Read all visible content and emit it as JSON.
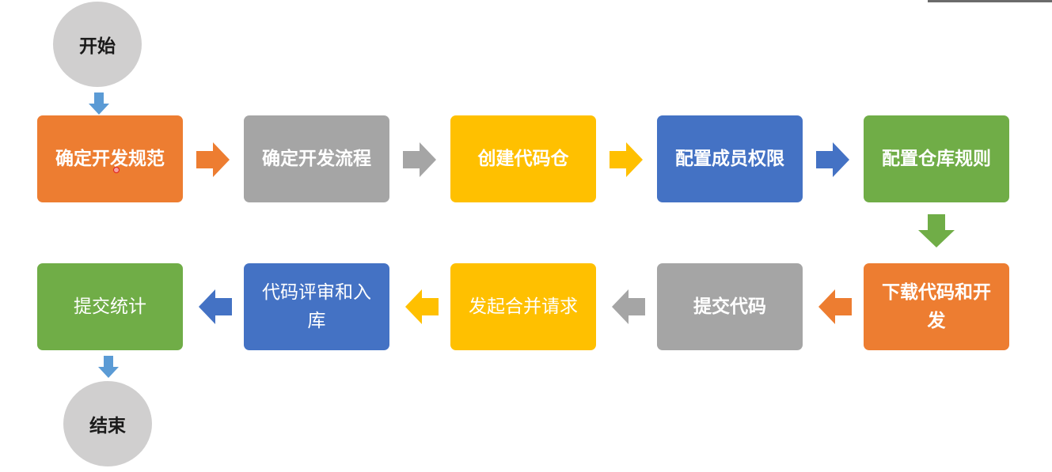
{
  "start": {
    "label": "开始",
    "color": "#d0cfcf"
  },
  "end": {
    "label": "结束",
    "color": "#d0cfcf"
  },
  "colors": {
    "orange": "#ed7d31",
    "gray": "#a5a5a5",
    "yellow": "#ffc000",
    "blue": "#4472c4",
    "green": "#70ad47",
    "down_arrow": "#5b9bd5"
  },
  "steps": [
    {
      "label": "确定开发规范",
      "color": "#ed7d31"
    },
    {
      "label": "确定开发流程",
      "color": "#a5a5a5"
    },
    {
      "label": "创建代码仓",
      "color": "#ffc000"
    },
    {
      "label": "配置成员权限",
      "color": "#4472c4"
    },
    {
      "label": "配置仓库规则",
      "color": "#70ad47"
    },
    {
      "label": "下载代码和开发",
      "color": "#ed7d31"
    },
    {
      "label": "提交代码",
      "color": "#a5a5a5"
    },
    {
      "label": "发起合并请求",
      "color": "#ffc000"
    },
    {
      "label": "代码评审和入库",
      "color": "#4472c4"
    },
    {
      "label": "提交统计",
      "color": "#70ad47"
    }
  ]
}
